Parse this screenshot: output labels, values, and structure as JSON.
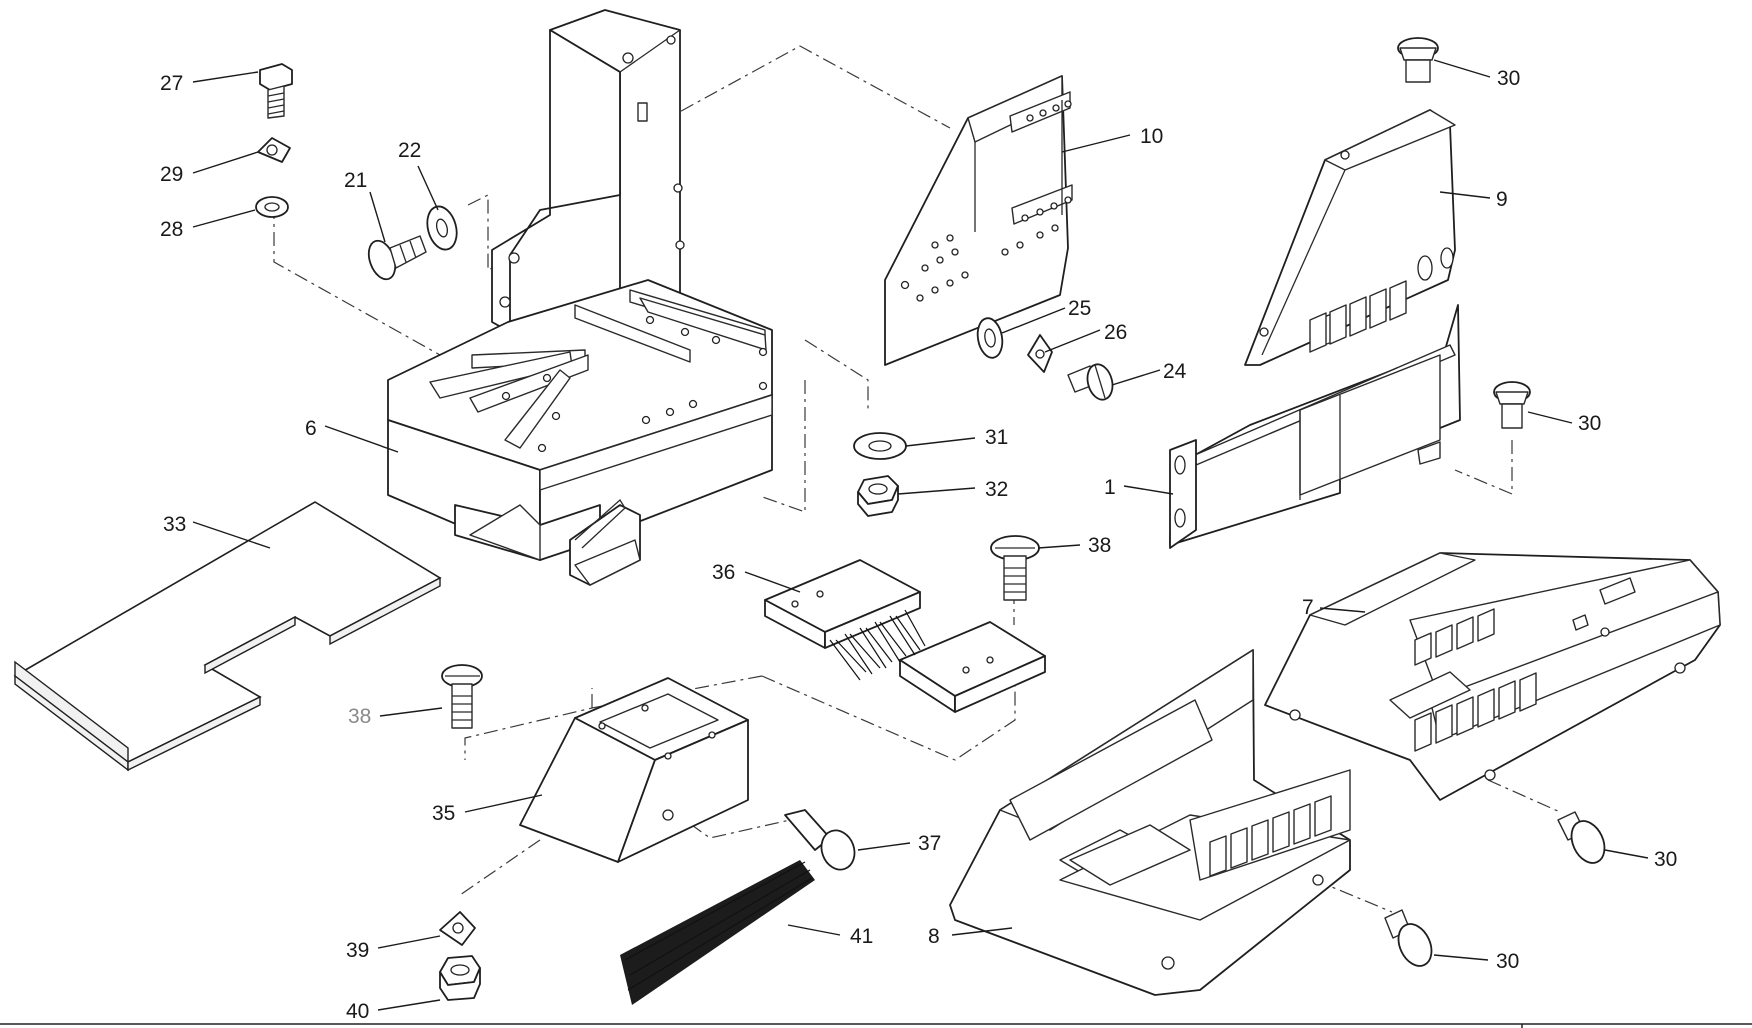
{
  "callouts": {
    "c27": "27",
    "c29": "29",
    "c28": "28",
    "c21": "21",
    "c22": "22",
    "c6": "6",
    "c33": "33",
    "c10": "10",
    "c25": "25",
    "c26": "26",
    "c24": "24",
    "c31": "31",
    "c32": "32",
    "c36": "36",
    "c38a": "38",
    "c38b": "38",
    "c35": "35",
    "c37": "37",
    "c39": "39",
    "c40": "40",
    "c41": "41",
    "c30a": "30",
    "c9": "9",
    "c30b": "30",
    "c1": "1",
    "c7": "7",
    "c8": "8",
    "c30c": "30",
    "c30d": "30"
  }
}
